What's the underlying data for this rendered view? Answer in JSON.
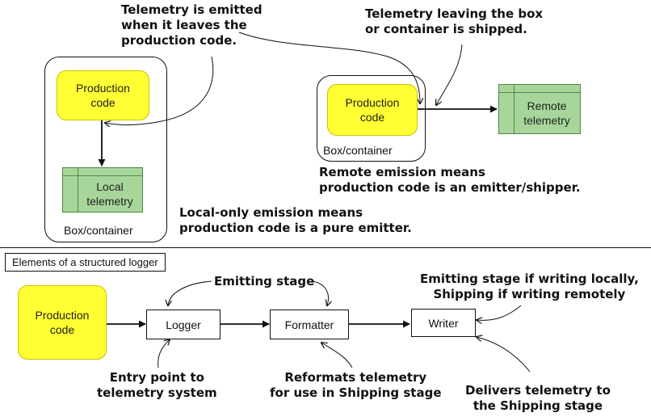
{
  "top_left": {
    "callout": "Telemetry is emitted\nwhen it leaves the\nproduction code.",
    "production_code": "Production\ncode",
    "local_telemetry": "Local\ntelemetry",
    "container_label": "Box/container",
    "caption": "Local-only emission means\nproduction code is a pure emitter."
  },
  "top_right": {
    "callout": "Telemetry leaving the box\nor container is shipped.",
    "production_code": "Production\ncode",
    "remote_telemetry": "Remote\ntelemetry",
    "container_label": "Box/container",
    "caption": "Remote emission means\nproduction code is an emitter/shipper."
  },
  "bottom": {
    "section_title": "Elements of a structured logger",
    "production_code": "Production\ncode",
    "logger": "Logger",
    "formatter": "Formatter",
    "writer": "Writer",
    "emitting_stage": "Emitting stage",
    "writer_note": "Emitting stage if writing locally,\nShipping if writing remotely",
    "logger_note": "Entry point to\ntelemetry system",
    "formatter_note": "Reformats telemetry\nfor use in Shipping stage",
    "writer_delivery_note": "Delivers telemetry to\nthe Shipping stage"
  },
  "colors": {
    "production_code_fill": "#ffff33",
    "telemetry_store_fill": "#a8d69a",
    "telemetry_store_border": "#4e8a44"
  },
  "icons": {
    "telemetry_store": "table-icon"
  }
}
